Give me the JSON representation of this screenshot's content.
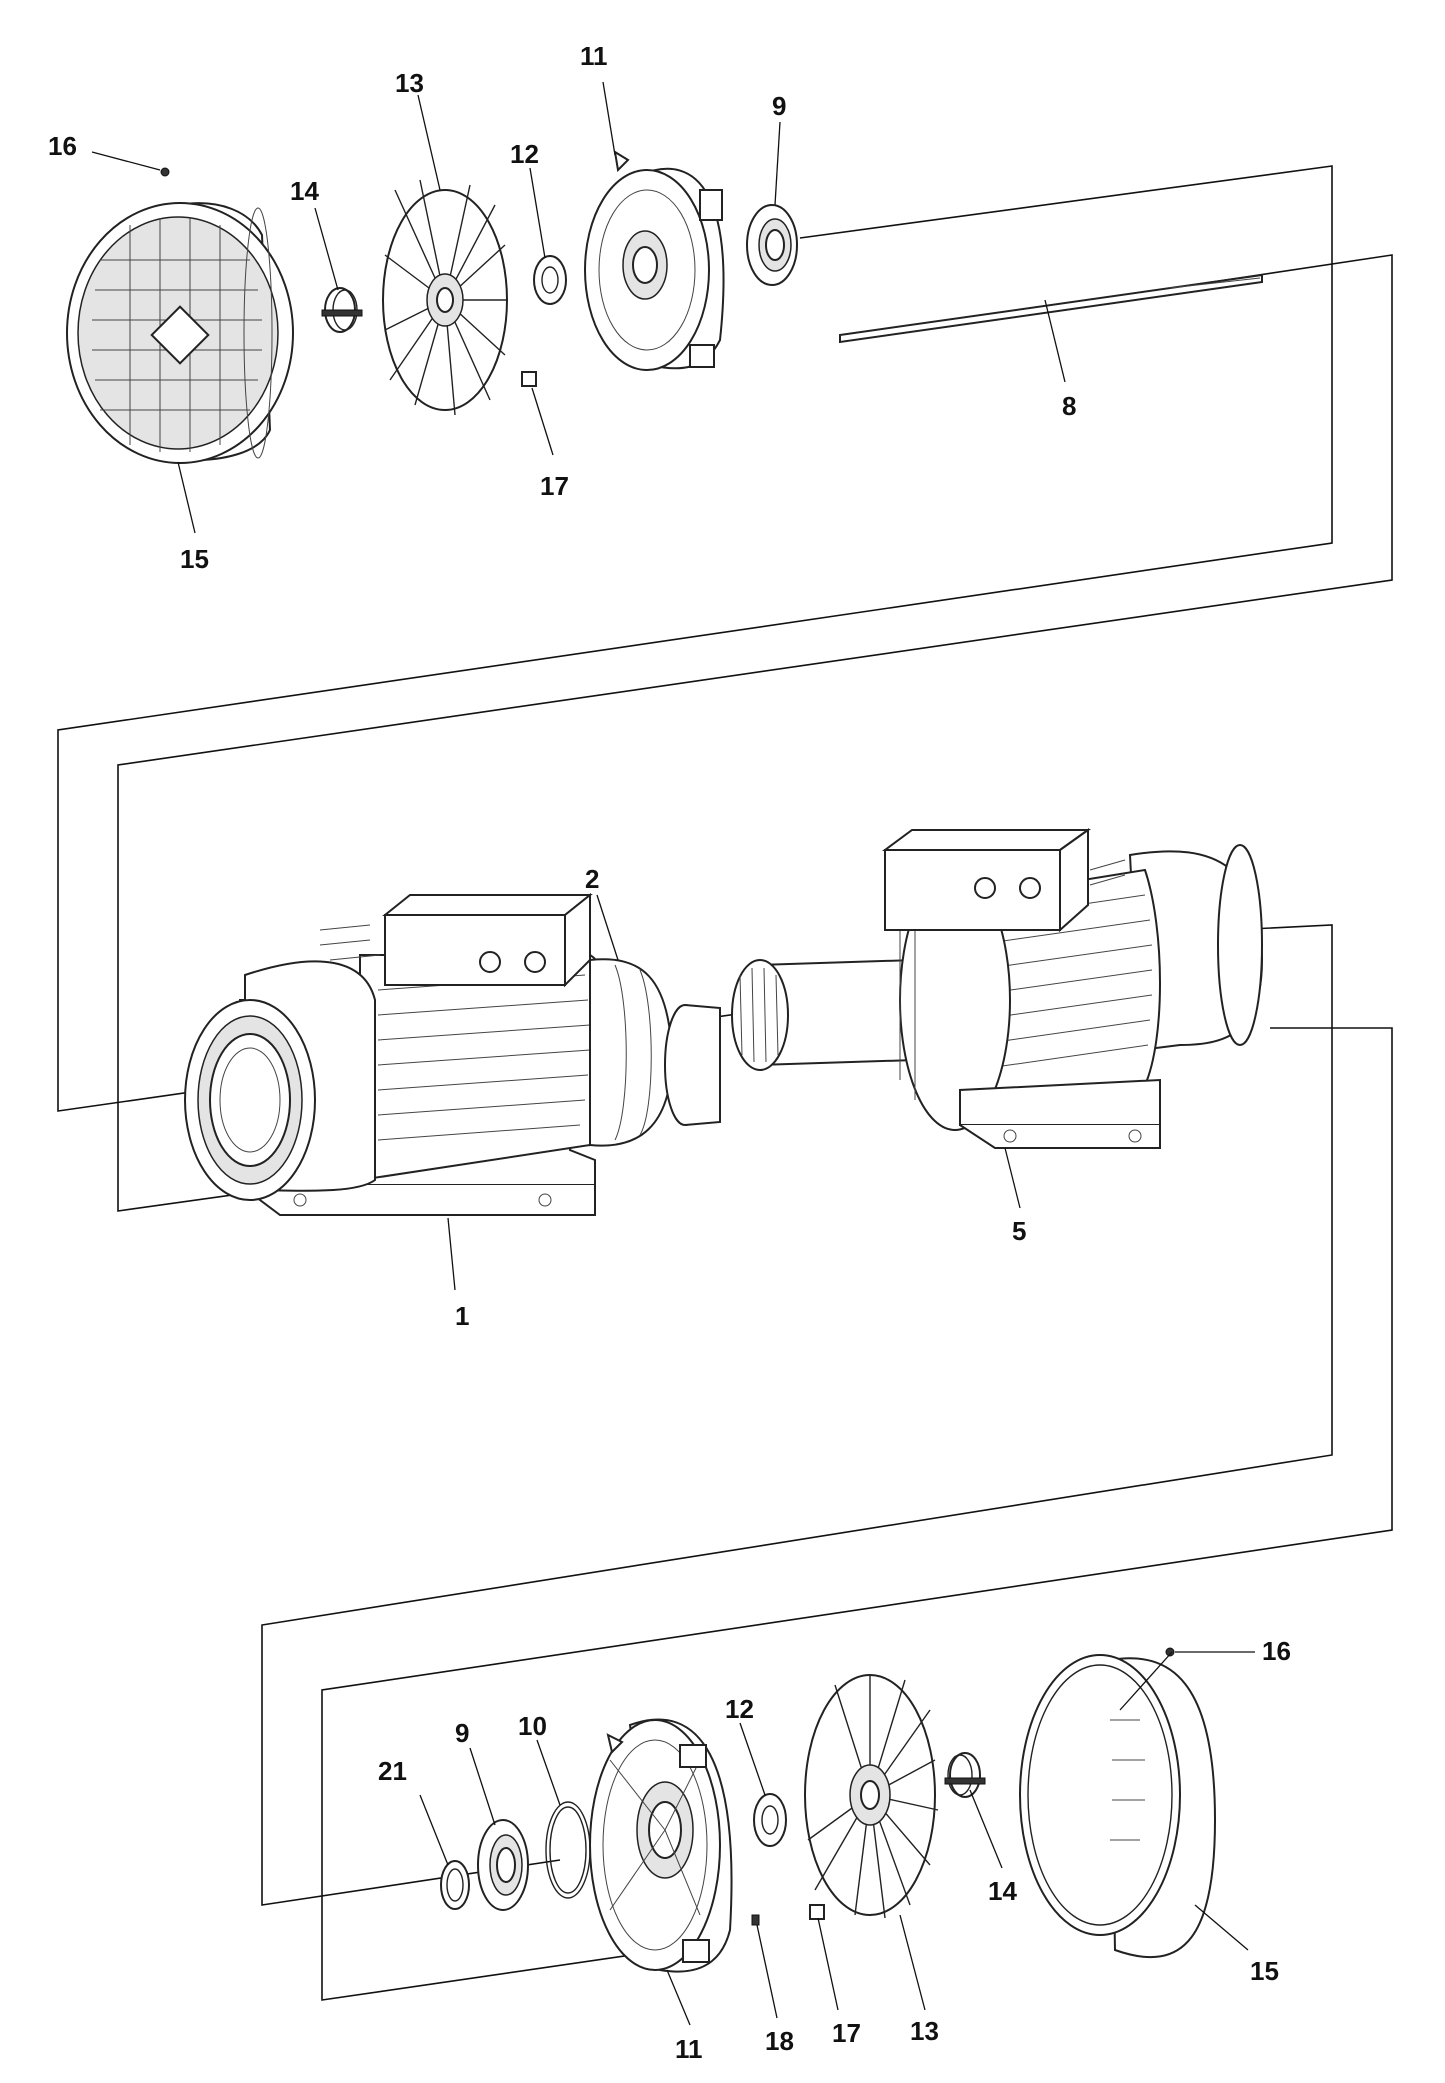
{
  "callouts": {
    "top": {
      "c16": "16",
      "c14": "14",
      "c13": "13",
      "c12": "12",
      "c11": "11",
      "c9": "9",
      "c8": "8",
      "c17": "17",
      "c15": "15"
    },
    "middle": {
      "c2": "2",
      "c1": "1",
      "c5": "5"
    },
    "bottom": {
      "c16": "16",
      "c21": "21",
      "c9": "9",
      "c10": "10",
      "c12": "12",
      "c14": "14",
      "c15": "15",
      "c11": "11",
      "c18": "18",
      "c17": "17",
      "c13": "13"
    }
  }
}
